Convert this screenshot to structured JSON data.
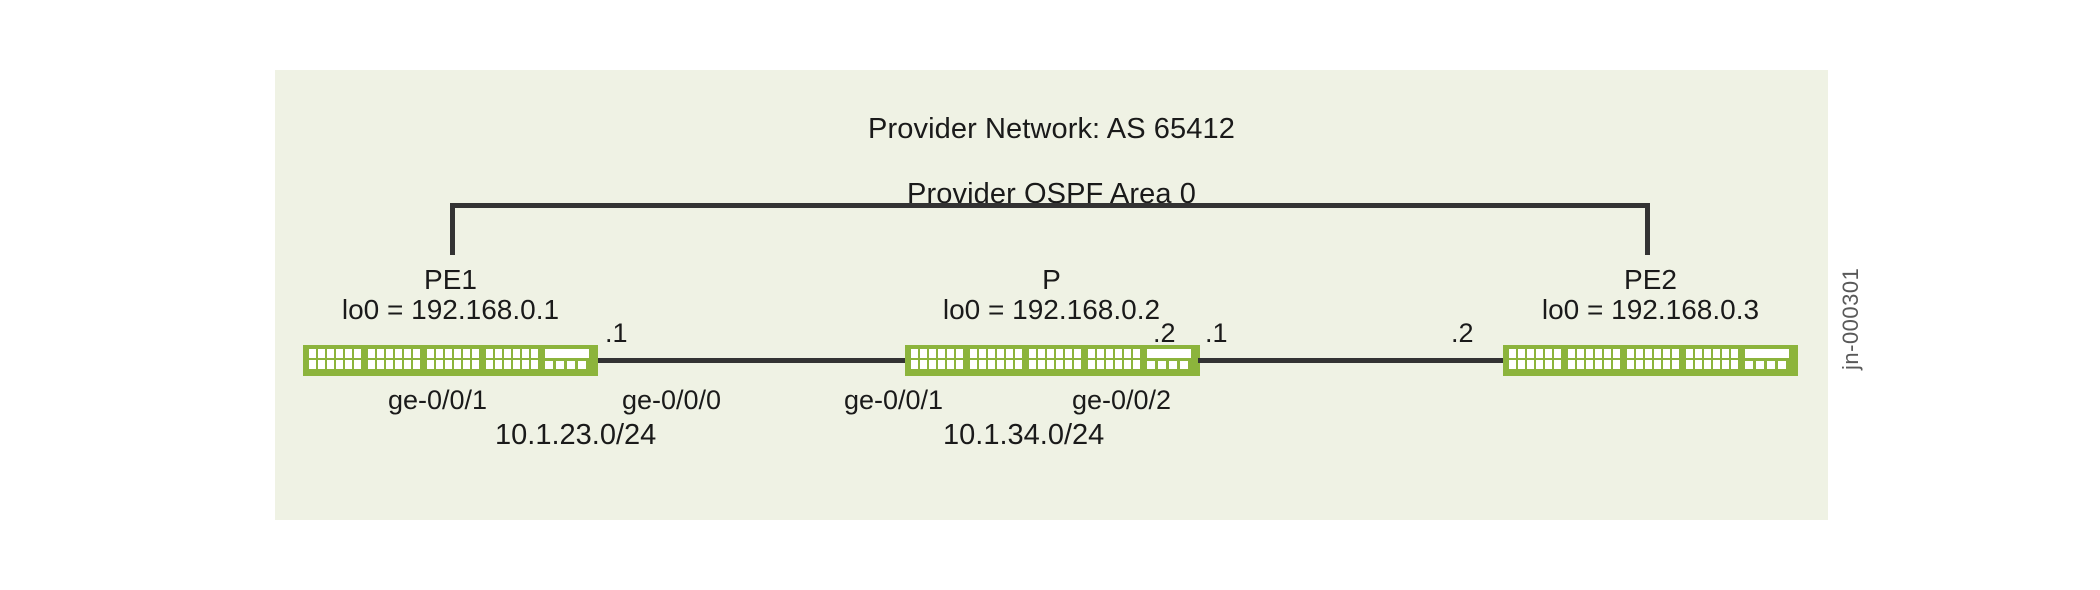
{
  "diagram": {
    "title": "Provider Network: AS 65412",
    "subtitle": "Provider OSPF Area 0",
    "watermark": "jn-000301",
    "colors": {
      "panel_background": "#eff2e4",
      "router_chassis": "#8cb43c",
      "router_port": "#ffffff",
      "line": "#333333",
      "text": "#1a1a1a",
      "watermark_text": "#595959"
    },
    "area_bracket": {
      "label": "Provider OSPF Area 0",
      "spans": [
        "PE1",
        "PE2"
      ]
    },
    "nodes": [
      {
        "id": "pe1",
        "name": "PE1",
        "loopback_label": "lo0 = 192.168.0.1",
        "icon": "router-icon"
      },
      {
        "id": "p",
        "name": "P",
        "loopback_label": "lo0 = 192.168.0.2",
        "icon": "router-icon"
      },
      {
        "id": "pe2",
        "name": "PE2",
        "loopback_label": "lo0 = 192.168.0.3",
        "icon": "router-icon"
      }
    ],
    "links": [
      {
        "id": "link-pe1-p",
        "subnet": "10.1.23.0/24",
        "endpoints": [
          {
            "node": "PE1",
            "interface": "ge-0/0/1",
            "host_octet": ".1"
          },
          {
            "node": "P",
            "interface": "ge-0/0/0",
            "host_octet": ".2"
          }
        ]
      },
      {
        "id": "link-p-pe2",
        "subnet": "10.1.34.0/24",
        "endpoints": [
          {
            "node": "P",
            "interface": "ge-0/0/1",
            "host_octet": ".1"
          },
          {
            "node": "PE2",
            "interface": "ge-0/0/2",
            "host_octet": ".2"
          }
        ]
      }
    ]
  }
}
